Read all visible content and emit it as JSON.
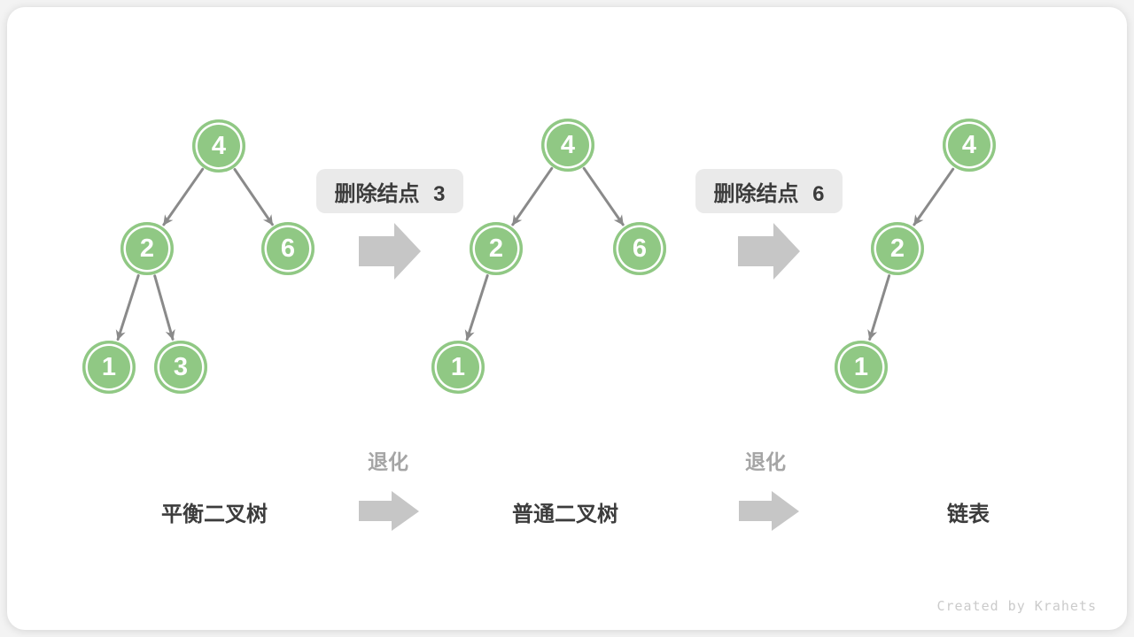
{
  "figure": {
    "watermark": "Created by Krahets",
    "degrade_label": "退化"
  },
  "steps": [
    {
      "badge_label": "删除结点 3"
    },
    {
      "badge_label": "删除结点 6"
    }
  ],
  "trees": [
    {
      "caption": "平衡二叉树",
      "nodes": [
        {
          "value": "4"
        },
        {
          "value": "2"
        },
        {
          "value": "6"
        },
        {
          "value": "1"
        },
        {
          "value": "3"
        }
      ],
      "edges": [
        "4→2",
        "4→6",
        "2→1",
        "2→3"
      ]
    },
    {
      "caption": "普通二叉树",
      "nodes": [
        {
          "value": "4"
        },
        {
          "value": "2"
        },
        {
          "value": "6"
        },
        {
          "value": "1"
        }
      ],
      "edges": [
        "4→2",
        "4→6",
        "2→1"
      ]
    },
    {
      "caption": "链表",
      "nodes": [
        {
          "value": "4"
        },
        {
          "value": "2"
        },
        {
          "value": "1"
        }
      ],
      "edges": [
        "4→2",
        "2→1"
      ]
    }
  ],
  "colors": {
    "node_fill": "#90C884",
    "node_text": "#FFFFFF",
    "edge_gray": "#8A8A8A",
    "big_arrow_gray": "#C6C6C6",
    "badge_bg": "#EAEAEA",
    "badge_text": "#3C3C3C",
    "caption_dark": "#3C3C3C",
    "degrade_gray": "#A5A5A5",
    "watermark_gray": "#CBCBCB",
    "card_bg": "#FFFFFF"
  }
}
